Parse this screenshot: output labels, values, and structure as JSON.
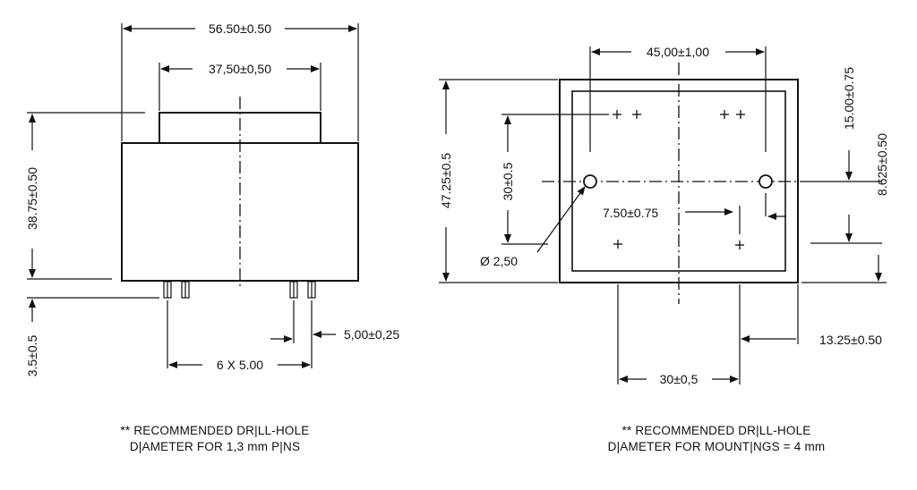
{
  "side_view": {
    "dim_width": "56.50±0.50",
    "dim_top": "37,50±0,50",
    "dim_height": "38.75±0.50",
    "dim_pin_length": "3.5±0.5",
    "dim_pin_pitch": "6 X 5.00",
    "dim_pin_spacing": "5,00±0,25"
  },
  "bottom_view": {
    "dim_hole_span": "45,00±1,00",
    "dim_height": "47.25±0.5",
    "dim_hole_vertical": "30±0.5",
    "dim_right_top": "15.00±0.75",
    "dim_right_mid": "8.625±0.50",
    "dim_inner": "7.50±0.75",
    "dim_hole_diameter": "Ø 2,50",
    "dim_edge": "13.25±0.50",
    "dim_bottom": "30±0,5"
  },
  "notes": {
    "left_line1": "** RECOMMENDED DR|LL-HOLE",
    "left_line2": "D|AMETER FOR 1,3 mm P|NS",
    "right_line1": "** RECOMMENDED DR|LL-HOLE",
    "right_line2": "D|AMETER FOR MOUNT|NGS = 4 mm"
  }
}
